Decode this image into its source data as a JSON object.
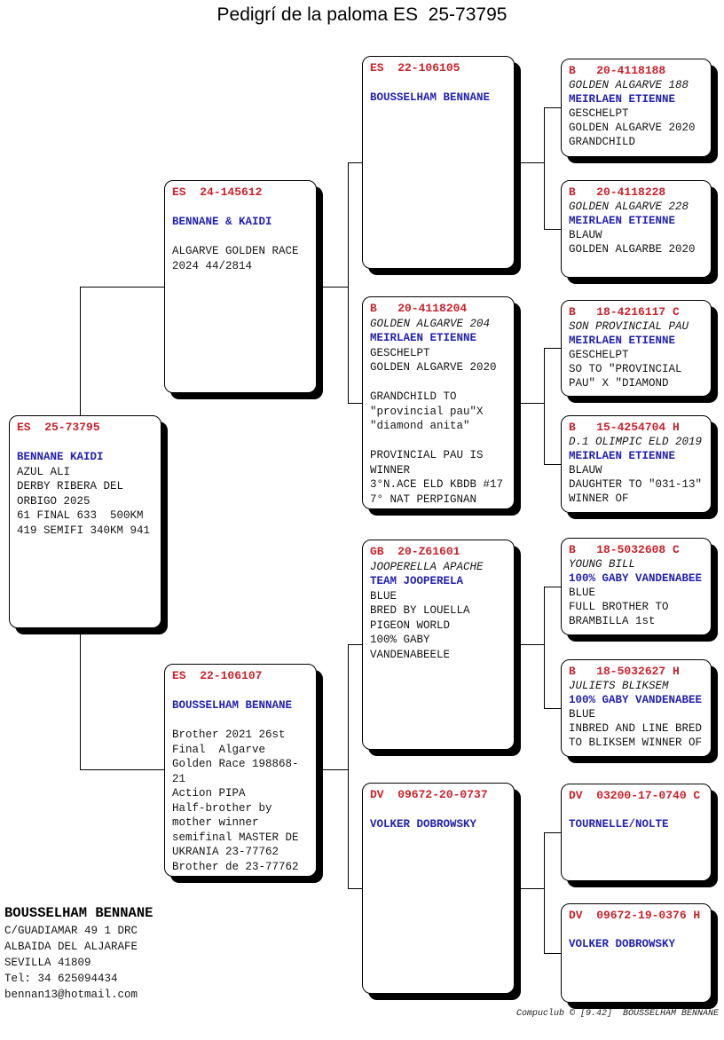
{
  "title": "Pedigrí de la paloma ES  25-73795",
  "colors": {
    "ring_red": "#c8232c",
    "owner_blue": "#2323b0",
    "text": "#151515"
  },
  "boxes": [
    {
      "id": "es-25-73795",
      "ring": "ES  25-73795",
      "lines": [
        {
          "t": "",
          "s": "blank"
        },
        {
          "t": "BENNANE KAIDI",
          "s": "owner"
        },
        {
          "t": "AZUL ALI",
          "s": "text"
        },
        {
          "t": "DERBY RIBERA DEL",
          "s": "text"
        },
        {
          "t": "ORBIGO 2025",
          "s": "text"
        },
        {
          "t": "61 FINAL 633  500KM",
          "s": "text"
        },
        {
          "t": "419 SEMIFI 340KM 941",
          "s": "text"
        }
      ]
    },
    {
      "id": "es-24-145612",
      "ring": "ES  24-145612",
      "lines": [
        {
          "t": "",
          "s": "blank"
        },
        {
          "t": "BENNANE & KAIDI",
          "s": "owner"
        },
        {
          "t": "",
          "s": "blank"
        },
        {
          "t": "ALGARVE GOLDEN RACE",
          "s": "text"
        },
        {
          "t": "2024 44/2814",
          "s": "text"
        }
      ]
    },
    {
      "id": "es-22-106107",
      "ring": "ES  22-106107",
      "lines": [
        {
          "t": "",
          "s": "blank"
        },
        {
          "t": "BOUSSELHAM BENNANE",
          "s": "owner"
        },
        {
          "t": "",
          "s": "blank"
        },
        {
          "t": "Brother 2021 26st",
          "s": "text"
        },
        {
          "t": "Final  Algarve",
          "s": "text"
        },
        {
          "t": "Golden Race 198868-",
          "s": "text"
        },
        {
          "t": "21",
          "s": "text"
        },
        {
          "t": "Action PIPA",
          "s": "text"
        },
        {
          "t": "Half-brother by",
          "s": "text"
        },
        {
          "t": "mother winner",
          "s": "text"
        },
        {
          "t": "semifinal MASTER DE",
          "s": "text"
        },
        {
          "t": "UKRANIA 23-77762",
          "s": "text"
        },
        {
          "t": "Brother de 23-77762",
          "s": "text"
        }
      ]
    },
    {
      "id": "es-22-106105",
      "ring": "ES  22-106105",
      "lines": [
        {
          "t": "",
          "s": "blank"
        },
        {
          "t": "BOUSSELHAM BENNANE",
          "s": "owner"
        }
      ]
    },
    {
      "id": "b-20-4118204",
      "ring": "B   20-4118204",
      "lines": [
        {
          "t": "GOLDEN ALGARVE 204",
          "s": "name"
        },
        {
          "t": "MEIRLAEN ETIENNE",
          "s": "owner"
        },
        {
          "t": "GESCHELPT",
          "s": "text"
        },
        {
          "t": "GOLDEN ALGARVE 2020",
          "s": "text"
        },
        {
          "t": "",
          "s": "blank"
        },
        {
          "t": "GRANDCHILD TO",
          "s": "text"
        },
        {
          "t": "\"provincial pau\"X",
          "s": "text"
        },
        {
          "t": "\"diamond anita\"",
          "s": "text"
        },
        {
          "t": "",
          "s": "blank"
        },
        {
          "t": "PROVINCIAL PAU IS",
          "s": "text"
        },
        {
          "t": "WINNER",
          "s": "text"
        },
        {
          "t": "3°N.ACE ELD KBDB #17",
          "s": "text"
        },
        {
          "t": "7° NAT PERPIGNAN",
          "s": "text"
        }
      ]
    },
    {
      "id": "gb-20-z61601",
      "ring": "GB  20-Z61601",
      "lines": [
        {
          "t": "JOOPERELLA APACHE",
          "s": "name"
        },
        {
          "t": "TEAM JOOPERELA",
          "s": "owner"
        },
        {
          "t": "BLUE",
          "s": "text"
        },
        {
          "t": "BRED BY LOUELLA",
          "s": "text"
        },
        {
          "t": "PIGEON WORLD",
          "s": "text"
        },
        {
          "t": "100% GABY",
          "s": "text"
        },
        {
          "t": "VANDENABEELE",
          "s": "text"
        }
      ]
    },
    {
      "id": "dv-09672-20-0737",
      "ring": "DV  09672-20-0737",
      "lines": [
        {
          "t": "",
          "s": "blank"
        },
        {
          "t": "VOLKER DOBROWSKY",
          "s": "owner"
        }
      ]
    },
    {
      "id": "b-20-4118188",
      "ring": "B   20-4118188",
      "lines": [
        {
          "t": "GOLDEN ALGARVE 188",
          "s": "name"
        },
        {
          "t": "MEIRLAEN ETIENNE",
          "s": "owner"
        },
        {
          "t": "GESCHELPT",
          "s": "text"
        },
        {
          "t": "GOLDEN ALGARVE 2020",
          "s": "text"
        },
        {
          "t": "GRANDCHILD",
          "s": "text"
        }
      ]
    },
    {
      "id": "b-20-4118228",
      "ring": "B   20-4118228",
      "lines": [
        {
          "t": "GOLDEN ALGARVE 228",
          "s": "name"
        },
        {
          "t": "MEIRLAEN ETIENNE",
          "s": "owner"
        },
        {
          "t": "BLAUW",
          "s": "text"
        },
        {
          "t": "GOLDEN ALGARBE 2020",
          "s": "text"
        }
      ]
    },
    {
      "id": "b-18-4216117-c",
      "ring": "B   18-4216117 C",
      "lines": [
        {
          "t": "SON PROVINCIAL PAU",
          "s": "name"
        },
        {
          "t": "MEIRLAEN ETIENNE",
          "s": "owner"
        },
        {
          "t": "GESCHELPT",
          "s": "text"
        },
        {
          "t": "SO TO \"PROVINCIAL",
          "s": "text"
        },
        {
          "t": "PAU\" X \"DIAMOND",
          "s": "text"
        }
      ]
    },
    {
      "id": "b-15-4254704-h",
      "ring": "B   15-4254704 H",
      "lines": [
        {
          "t": "D.1 OLIMPIC ELD 2019",
          "s": "name"
        },
        {
          "t": "MEIRLAEN ETIENNE",
          "s": "owner"
        },
        {
          "t": "BLAUW",
          "s": "text"
        },
        {
          "t": "DAUGHTER TO \"031-13\"",
          "s": "text"
        },
        {
          "t": "WINNER OF",
          "s": "text"
        }
      ]
    },
    {
      "id": "b-18-5032608-c",
      "ring": "B   18-5032608 C",
      "lines": [
        {
          "t": "YOUNG BILL",
          "s": "name"
        },
        {
          "t": "100% GABY VANDENABEE",
          "s": "owner"
        },
        {
          "t": "BLUE",
          "s": "text"
        },
        {
          "t": "FULL BROTHER TO",
          "s": "text"
        },
        {
          "t": "BRAMBILLA 1st",
          "s": "text"
        }
      ]
    },
    {
      "id": "b-18-5032627-h",
      "ring": "B   18-5032627 H",
      "lines": [
        {
          "t": "JULIETS BLIKSEM",
          "s": "name"
        },
        {
          "t": "100% GABY VANDENABEE",
          "s": "owner"
        },
        {
          "t": "BLUE",
          "s": "text"
        },
        {
          "t": "INBRED AND LINE BRED",
          "s": "text"
        },
        {
          "t": "TO BLIKSEM WINNER OF",
          "s": "text"
        }
      ]
    },
    {
      "id": "dv-03200-17-0740-c",
      "ring": "DV  03200-17-0740 C",
      "lines": [
        {
          "t": "",
          "s": "blank"
        },
        {
          "t": "TOURNELLE/NOLTE",
          "s": "owner"
        }
      ]
    },
    {
      "id": "dv-09672-19-0376-h",
      "ring": "DV  09672-19-0376 H",
      "lines": [
        {
          "t": "",
          "s": "blank"
        },
        {
          "t": "VOLKER DOBROWSKY",
          "s": "owner"
        }
      ]
    }
  ],
  "contact": {
    "name": "BOUSSELHAM BENNANE",
    "lines": [
      "C/GUADIAMAR 49 1 DRC",
      "ALBAIDA DEL ALJARAFE",
      "SEVILLA 41809",
      "Tel: 34 625094434",
      "bennan13@hotmail.com"
    ]
  },
  "footer": {
    "text": "Compuclub © [9.42]  BOUSSELHAM BENNANE"
  }
}
